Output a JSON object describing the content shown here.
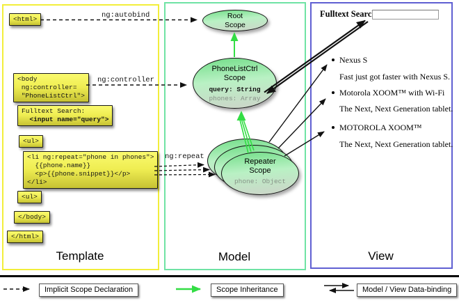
{
  "template": {
    "column_label": "Template",
    "tags": {
      "html_open": "<html>",
      "body_open": "<body\n ng:controller=\n \"PhoneListCtrl\">",
      "fulltext_label": "Fulltext Search:",
      "fulltext_input": "  <input name=\"query\">",
      "ul_open": "<ul>",
      "li_repeat": "<li ng:repeat=\"phone in phones\">\n  {{phone.name}}\n  <p>{{phone.snippet}}</p>\n</li>",
      "ul_close": "<ul>",
      "body_close": "</body>",
      "html_close": "</html>"
    },
    "edge_labels": {
      "autobind": "ng:autobind",
      "controller": "ng:controller",
      "repeat": "ng:repeat"
    }
  },
  "model": {
    "column_label": "Model",
    "root_scope": {
      "title": "Root\nScope"
    },
    "phonelist_scope": {
      "title": "PhoneListCtrl\nScope",
      "prop_query": "query: String",
      "prop_phones": "phones: Array"
    },
    "repeater_scope": {
      "title": "Repeater\nScope",
      "prop_phone": "phone: Object"
    }
  },
  "view": {
    "column_label": "View",
    "search_label": "Fulltext Search:",
    "search_value": "",
    "items": [
      {
        "title": "Nexus S",
        "desc": "Fast just got faster with Nexus S."
      },
      {
        "title": "Motorola XOOM™  with Wi-Fi",
        "desc": "The Next, Next Generation tablet."
      },
      {
        "title": "MOTOROLA XOOM™",
        "desc": "The Next, Next Generation tablet."
      }
    ]
  },
  "legend": {
    "implicit": "Implicit Scope Declaration",
    "inheritance": "Scope Inheritance",
    "binding": "Model / View Data-binding"
  },
  "colors": {
    "template_border": "#f2ee3a",
    "model_border": "#6fe3a4",
    "view_border": "#5f5fd2",
    "scope_green_arrow": "#33dd44",
    "yellow_box_top": "#fafa6e",
    "yellow_box_bottom": "#c6c233",
    "ellipse_top": "#7fe193",
    "ellipse_bottom": "#cdd4c9"
  }
}
